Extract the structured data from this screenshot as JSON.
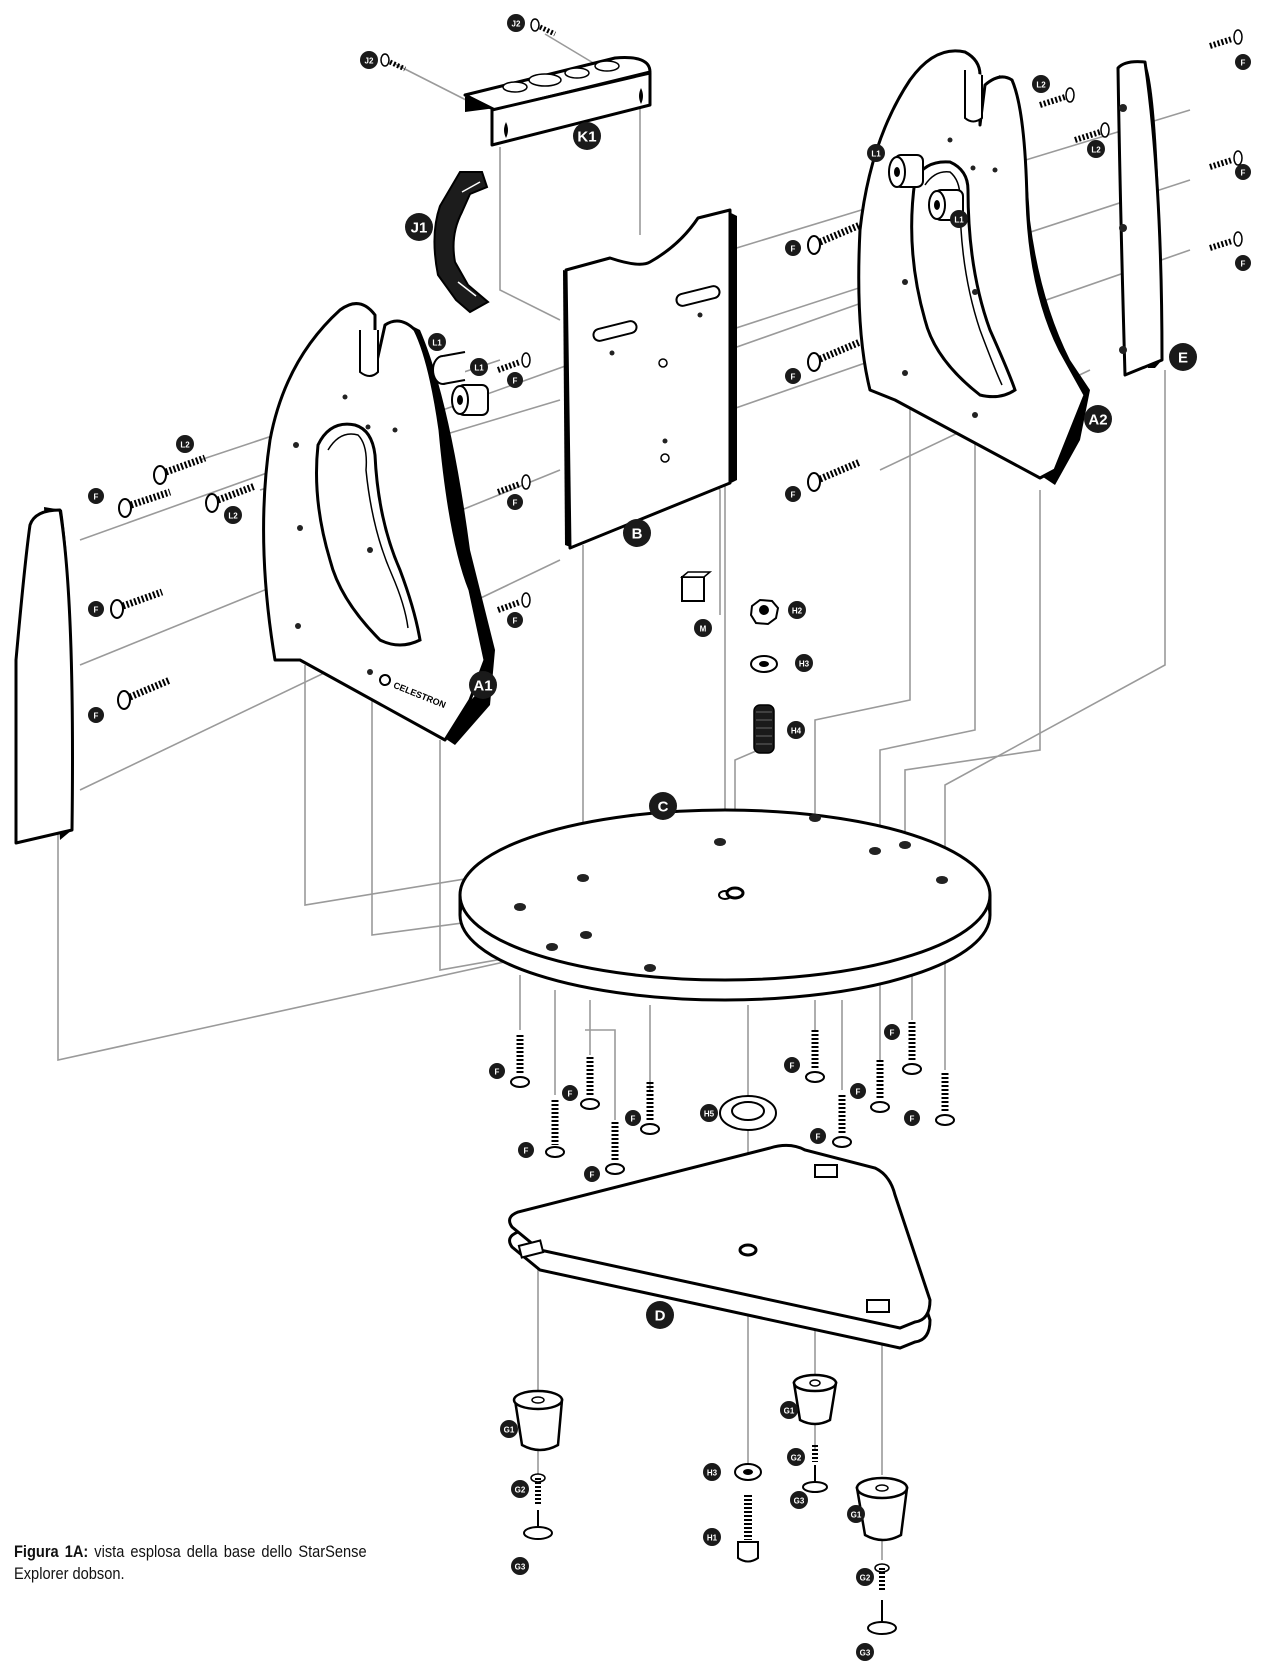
{
  "caption": {
    "prefix": "Figura 1A:",
    "text": "vista esplosa della base dello StarSense Explorer dobson."
  },
  "parts": {
    "A1": "A1",
    "A2": "A2",
    "B": "B",
    "C": "C",
    "D": "D",
    "E": "E",
    "K1": "K1",
    "J1": "J1",
    "J2": "J2",
    "L1": "L1",
    "L2": "L2",
    "F": "F",
    "M": "M",
    "H1": "H1",
    "H2": "H2",
    "H3": "H3",
    "H4": "H4",
    "H5": "H5",
    "G1": "G1",
    "G2": "G2",
    "G3": "G3"
  },
  "brand_mark": "CELESTRON"
}
